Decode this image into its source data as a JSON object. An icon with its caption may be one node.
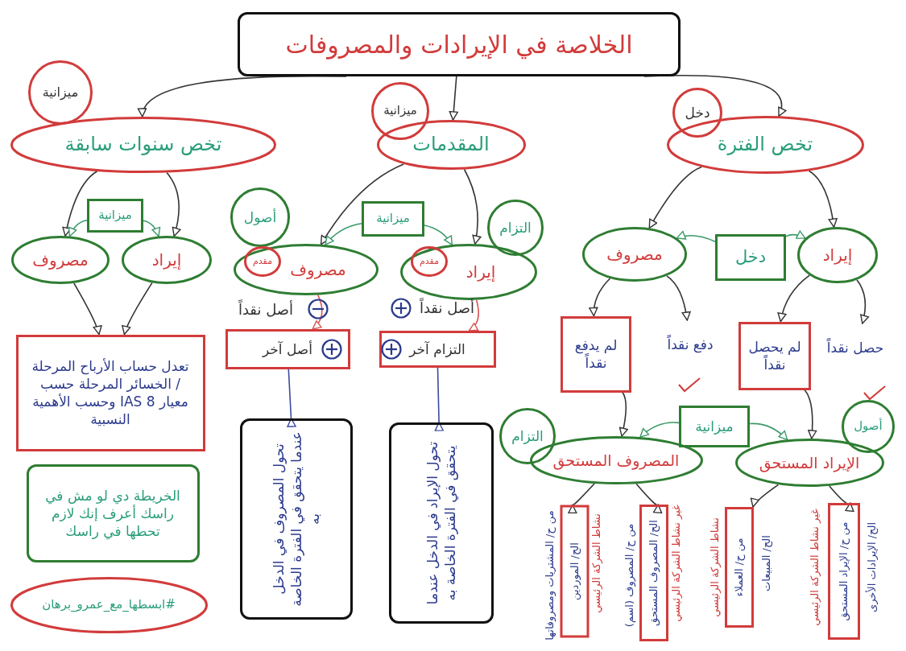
{
  "diagram": {
    "nodes": [
      {
        "text": [
          "الخلاصة في الإيرادات والمصروفات"
        ]
      },
      {
        "text": [
          "ميزانية"
        ]
      },
      {
        "text": [
          "تخص سنوات سابقة"
        ]
      },
      {
        "text": [
          "ميزانية"
        ]
      },
      {
        "text": [
          "المقدمات"
        ]
      },
      {
        "text": [
          "دخل"
        ]
      },
      {
        "text": [
          "تخص الفترة"
        ]
      },
      {
        "text": [
          "ميزانية"
        ]
      },
      {
        "text": [
          "مصروف"
        ]
      },
      {
        "text": [
          "إيراد"
        ]
      },
      {
        "text": [
          "تعدل حساب الأرباح المرحلة / الخسائر المرحلة حسب معيار IAS 8 وحسب الأهمية النسبية"
        ]
      },
      {
        "text": [
          "الخريطة دي لو مش في راسك أعرف إنك لازم تحطها في راسك"
        ]
      },
      {
        "text": [
          "#ابسطها_مع_عمرو_برهان"
        ]
      },
      {
        "text": [
          "أصول"
        ]
      },
      {
        "text": [
          "ميزانية"
        ]
      },
      {
        "text": [
          "التزام"
        ]
      },
      {
        "text": [
          "مصروف"
        ]
      },
      {
        "text": [
          "مقدم"
        ],
        "in": 16
      },
      {
        "text": [
          "إيراد"
        ]
      },
      {
        "text": [
          "مقدم"
        ],
        "in": 18
      },
      {
        "text": [
          "أصل آخر"
        ]
      },
      {
        "text": [
          "التزام آخر"
        ]
      },
      {
        "text": [
          "تحول المصروف في الدخل عندما يتحقق في الفترة الخاصة به"
        ]
      },
      {
        "text": [
          "تحول الإيراد في الدخل عندما يتحقق في الفترة الخاصة به"
        ]
      },
      {
        "text": [
          "دخل"
        ]
      },
      {
        "text": [
          "مصروف"
        ]
      },
      {
        "text": [
          "إيراد"
        ]
      },
      {
        "text": [
          "لم يدفع نقداً"
        ]
      },
      {
        "text": [
          "دفع نقداً"
        ]
      },
      {
        "text": [
          "لم يحصل نقداً"
        ]
      },
      {
        "text": [
          "حصل نقداً"
        ]
      },
      {
        "text": [
          "التزام"
        ]
      },
      {
        "text": [
          "ميزانية"
        ]
      },
      {
        "text": [
          "أصول"
        ]
      },
      {
        "text": [
          "المصروف المستحق"
        ]
      },
      {
        "text": [
          "الإيراد المستحق"
        ]
      },
      {
        "text": [
          "الح/ الموردين"
        ],
        "beside": [
          "من ح/ المشتريات ومصروفاتها",
          "نشاط الشركة الرئيسي"
        ]
      },
      {
        "text": [
          "الح/ المصروف المستحق"
        ],
        "beside": [
          "من ح/ المصروف (اسم)",
          "غير نشاط الشركة الرئيسي"
        ]
      },
      {
        "text": [
          "من ح/ العملاء"
        ],
        "beside": [
          "الح/ المبيعات",
          "نشاط الشركة الرئيسي"
        ]
      },
      {
        "text": [
          "من ح/ الإيراد المستحق"
        ],
        "beside": [
          "الح/ الإيرادات الأخرى",
          "غير نشاط الشركة الرئيسي"
        ]
      }
    ],
    "edges": [
      {
        "from": 0,
        "to": 2,
        "arrow": "to"
      },
      {
        "from": 0,
        "to": 4,
        "arrow": "to"
      },
      {
        "from": 0,
        "to": 6,
        "arrow": "to"
      },
      {
        "from": 2,
        "to": 8,
        "arrow": "to"
      },
      {
        "from": 2,
        "to": 9,
        "arrow": "to"
      },
      {
        "from": 7,
        "to": 8,
        "arrow": "to",
        "color": "#3a9a6a"
      },
      {
        "from": 7,
        "to": 9,
        "arrow": "to",
        "color": "#3a9a6a"
      },
      {
        "from": 8,
        "to": 10,
        "arrow": "to"
      },
      {
        "from": 9,
        "to": 10,
        "arrow": "to"
      },
      {
        "from": 4,
        "to": 16,
        "arrow": "to"
      },
      {
        "from": 4,
        "to": 18,
        "arrow": "to"
      },
      {
        "from": 14,
        "to": 16,
        "arrow": "to",
        "color": "#3a9a6a"
      },
      {
        "from": 14,
        "to": 18,
        "arrow": "to",
        "color": "#3a9a6a"
      },
      {
        "from": 16,
        "to": 20,
        "arrow": "to",
        "color": "#d9534f"
      },
      {
        "from": 18,
        "to": 21,
        "arrow": "to",
        "color": "#d9534f"
      },
      {
        "from": 20,
        "to": 22,
        "arrow": "to",
        "color": "#3b4ba0"
      },
      {
        "from": 21,
        "to": 23,
        "arrow": "to",
        "color": "#3b4ba0"
      },
      {
        "from": 6,
        "to": 25,
        "arrow": "to"
      },
      {
        "from": 6,
        "to": 26,
        "arrow": "to"
      },
      {
        "from": 24,
        "to": 25,
        "arrow": "to",
        "color": "#3a9a6a"
      },
      {
        "from": 24,
        "to": 26,
        "arrow": "to",
        "color": "#3a9a6a"
      },
      {
        "from": 25,
        "to": 27,
        "arrow": "to"
      },
      {
        "from": 25,
        "to": 28,
        "arrow": "to"
      },
      {
        "from": 26,
        "to": 29,
        "arrow": "to"
      },
      {
        "from": 26,
        "to": 30,
        "arrow": "to"
      },
      {
        "from": 27,
        "to": 34,
        "arrow": "to"
      },
      {
        "from": 29,
        "to": 35,
        "arrow": "to"
      },
      {
        "from": 32,
        "to": 34,
        "arrow": "to",
        "color": "#3a9a6a"
      },
      {
        "from": 32,
        "to": 35,
        "arrow": "to",
        "color": "#3a9a6a"
      },
      {
        "from": 34,
        "to": 36,
        "arrow": "to"
      },
      {
        "from": 34,
        "to": 37,
        "arrow": "to"
      },
      {
        "from": 35,
        "to": 38,
        "arrow": "to"
      },
      {
        "from": 35,
        "to": 39,
        "arrow": "to"
      }
    ],
    "labels": [
      "أصل نقداً",
      "أصل نقداً"
    ]
  }
}
